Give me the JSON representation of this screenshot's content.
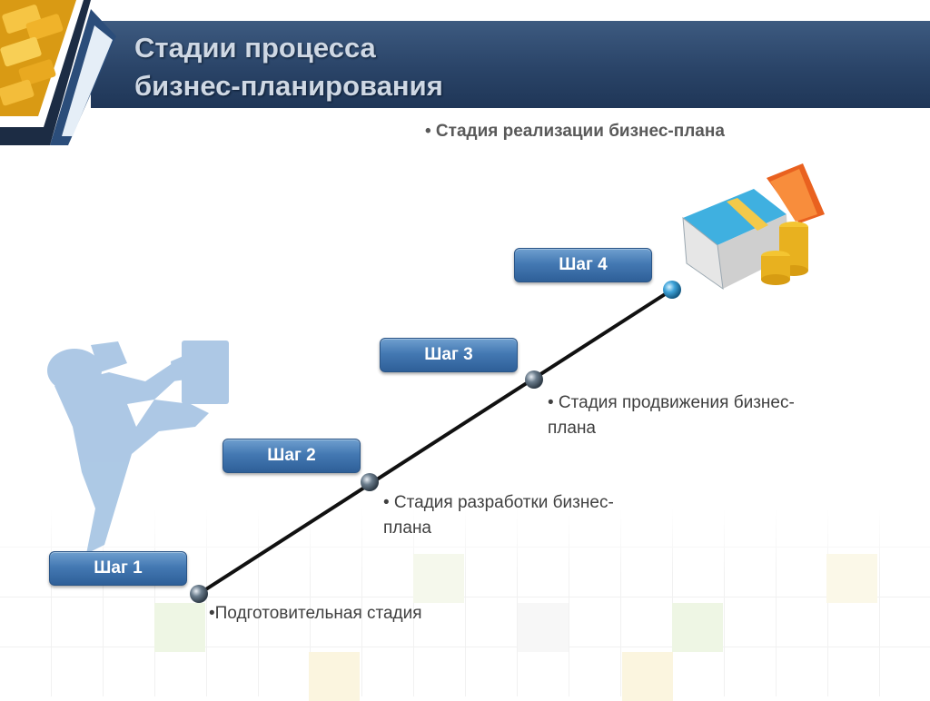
{
  "header": {
    "title_line1": "Стадии процесса",
    "title_line2": "бизнес-планирования"
  },
  "stages": {
    "top": "• Стадия реализации бизнес-плана",
    "step3_line1": "• Стадия продвижения бизнес-",
    "step3_line2": "плана",
    "step2_line1": "• Стадия разработки бизнес-",
    "step2_line2": "плана",
    "step1": "•Подготовительная стадия"
  },
  "steps": {
    "step1": "Шаг 1",
    "step2": "Шаг 2",
    "step3": "Шаг 3",
    "step4": "Шаг 4"
  },
  "icons": {
    "figure": "climbing-person-silhouette-icon",
    "money": "money-and-coins-icon",
    "corner": "gold-bars-icon"
  },
  "colors": {
    "header_bg": "#2a4468",
    "header_text": "#cfd8e4",
    "button": "#4479b3",
    "silhouette": "#a9c6e4",
    "line": "#111111"
  }
}
